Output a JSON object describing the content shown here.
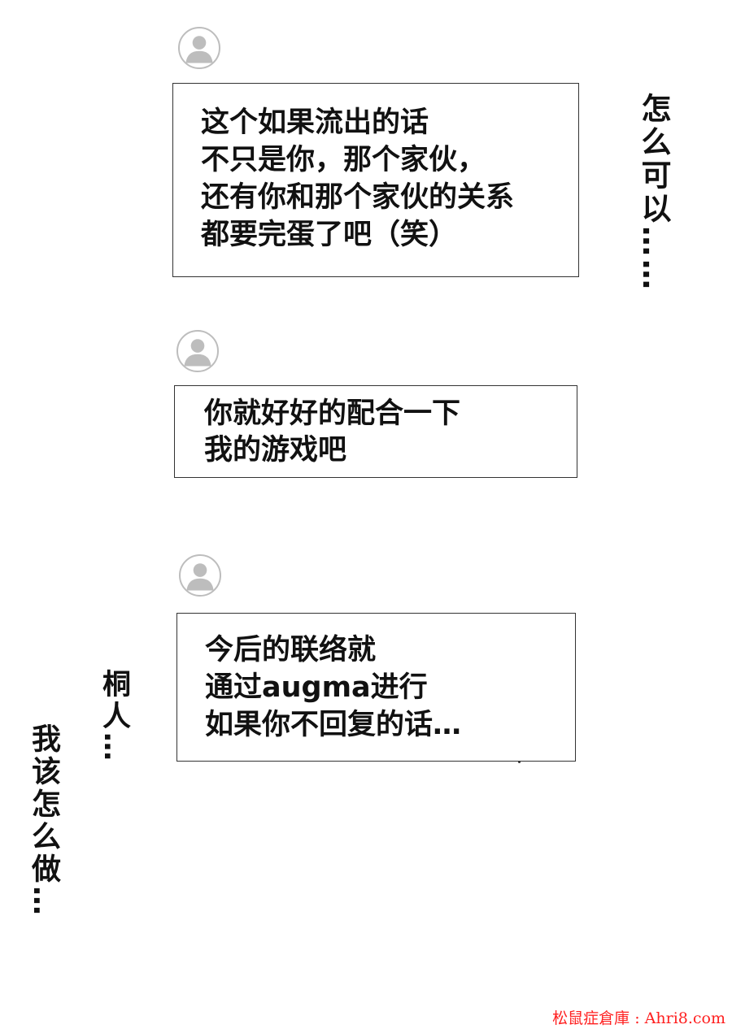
{
  "messages": [
    {
      "avatar": "default-user-avatar-icon",
      "lines": [
        "这个如果流出的话",
        "不只是你，那个家伙，",
        "还有你和那个家伙的关系",
        "都要完蛋了吧（笑）"
      ]
    },
    {
      "avatar": "default-user-avatar-icon",
      "lines": [
        "你就好好的配合一下",
        "我的游戏吧"
      ]
    },
    {
      "avatar": "default-user-avatar-icon",
      "lines": [
        "今后的联络就",
        "通过augma进行",
        "如果你不回复的话…"
      ]
    }
  ],
  "thoughts": {
    "right": "怎么可以……",
    "kirito": "桐人…",
    "self": "我该怎么做…"
  },
  "watermark": "松鼠症倉庫 : Ahri8.com",
  "colors": {
    "watermark": "#ff2020",
    "avatar_gray": "#bdbdbd"
  }
}
